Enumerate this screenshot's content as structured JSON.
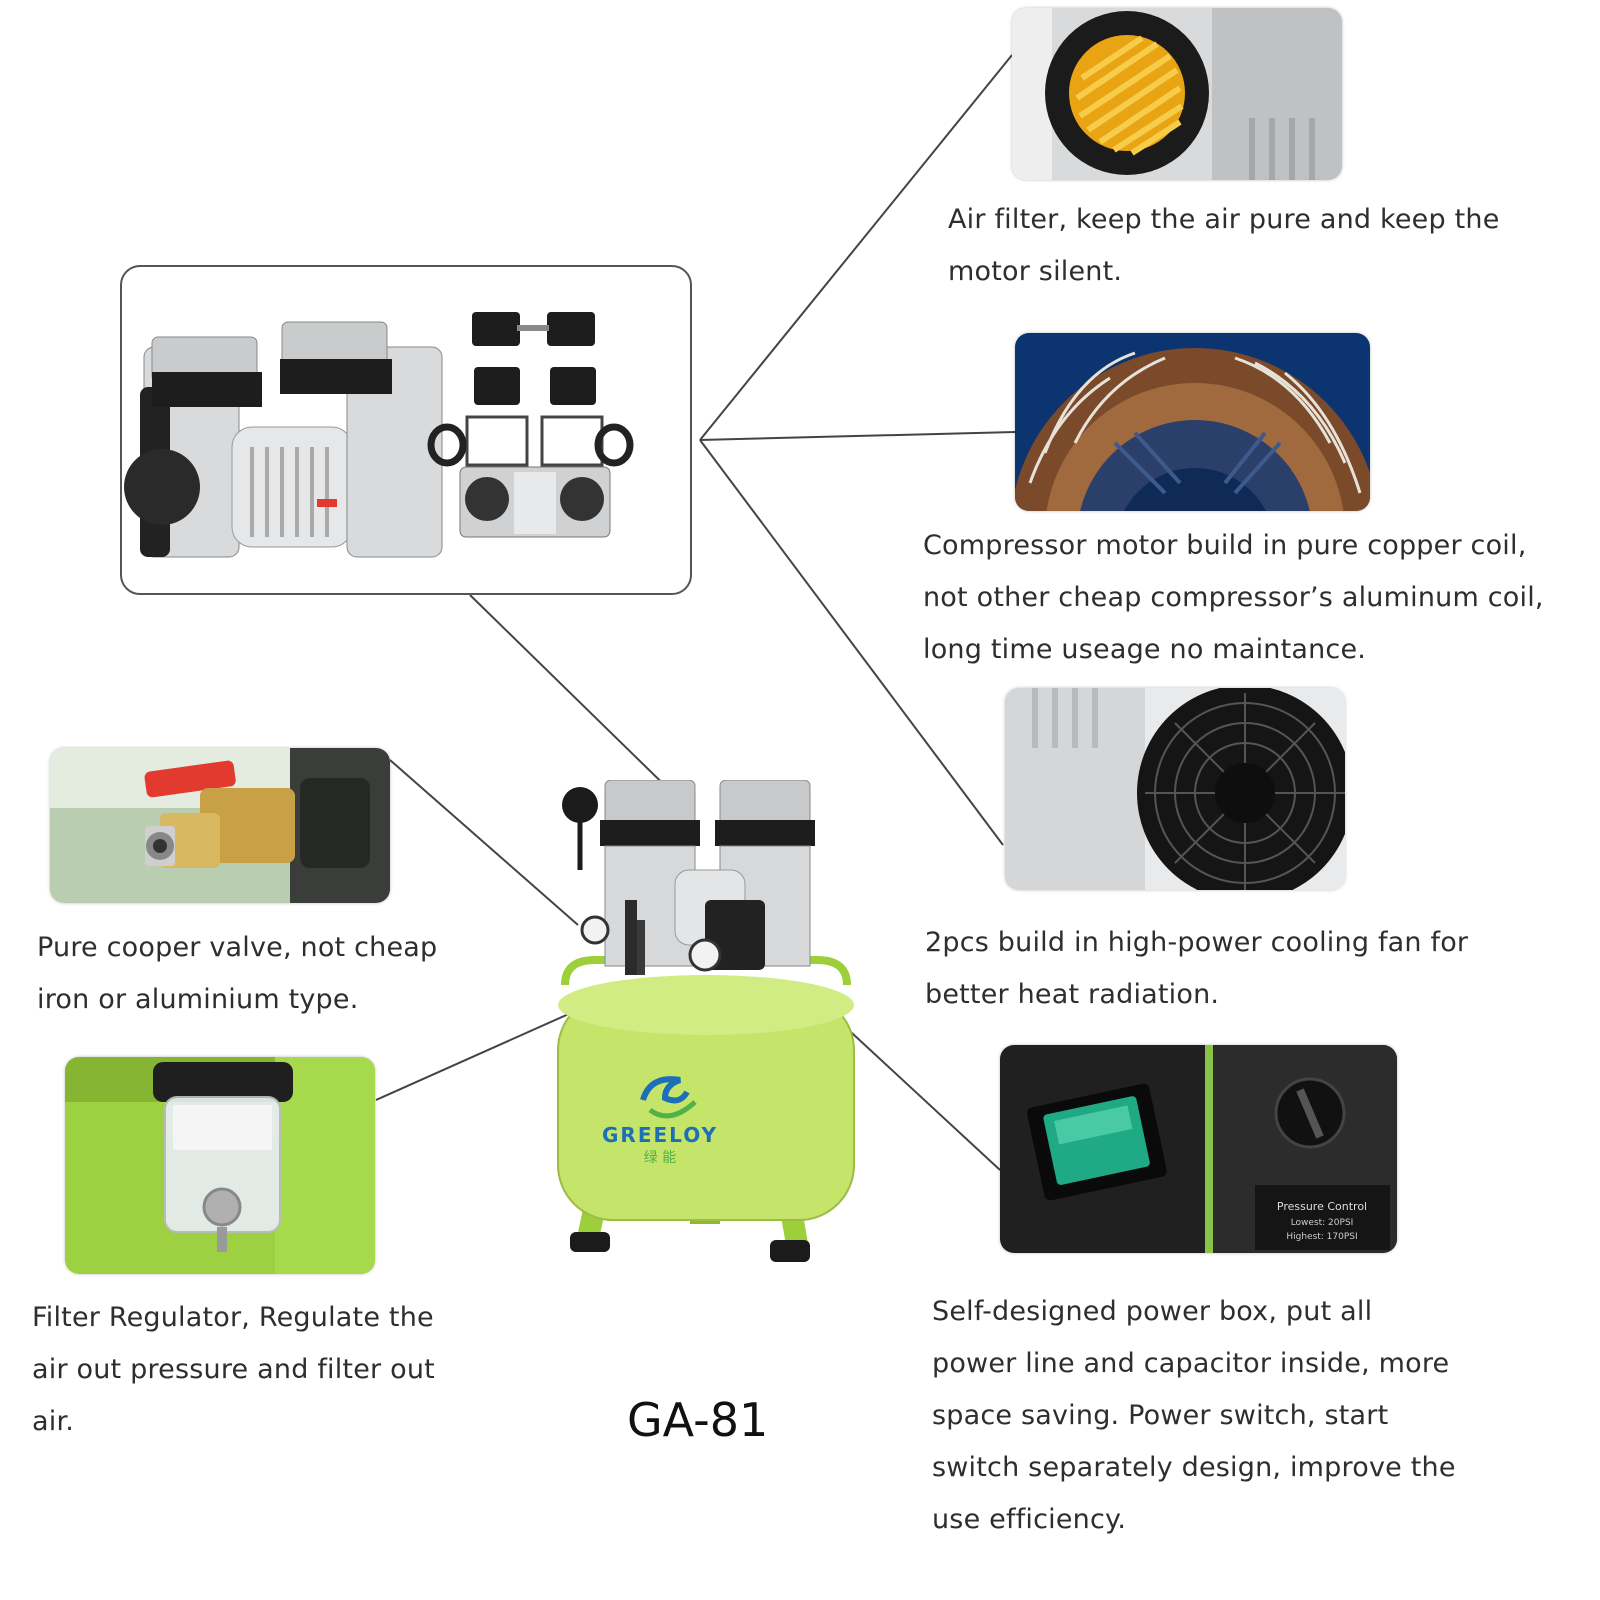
{
  "model_label": "GA-81",
  "brand": {
    "name": "GREELOY",
    "sub": "绿 能"
  },
  "captions": {
    "air_filter": [
      "Air filter, keep the air pure and keep the",
      "motor silent."
    ],
    "motor_coil": [
      "Compressor motor build in pure copper coil,",
      "not other cheap compressor’s aluminum coil,",
      "long time useage no maintance."
    ],
    "cooling_fan": [
      "2pcs build in high-power cooling fan for",
      "better heat radiation."
    ],
    "power_box": [
      "Self-designed power box, put all",
      "power line and capacitor inside, more",
      "space saving. Power switch, start",
      "switch separately design, improve the",
      "use efficiency."
    ],
    "valve": [
      "Pure cooper valve, not cheap",
      "iron or aluminium type."
    ],
    "filter_regulator": [
      "Filter Regulator, Regulate the",
      "air out pressure and filter out",
      "air."
    ]
  },
  "switch_plate": {
    "line1": "Pressure Control",
    "line2": "Lowest: 20PSI",
    "line3": "Highest: 170PSI"
  },
  "colors": {
    "tank_green": "#c4e46a",
    "filter_yellow": "#f2b81c",
    "switch_green": "#1fa985",
    "valve_red": "#e23a2e",
    "valve_brass": "#c8a045"
  }
}
